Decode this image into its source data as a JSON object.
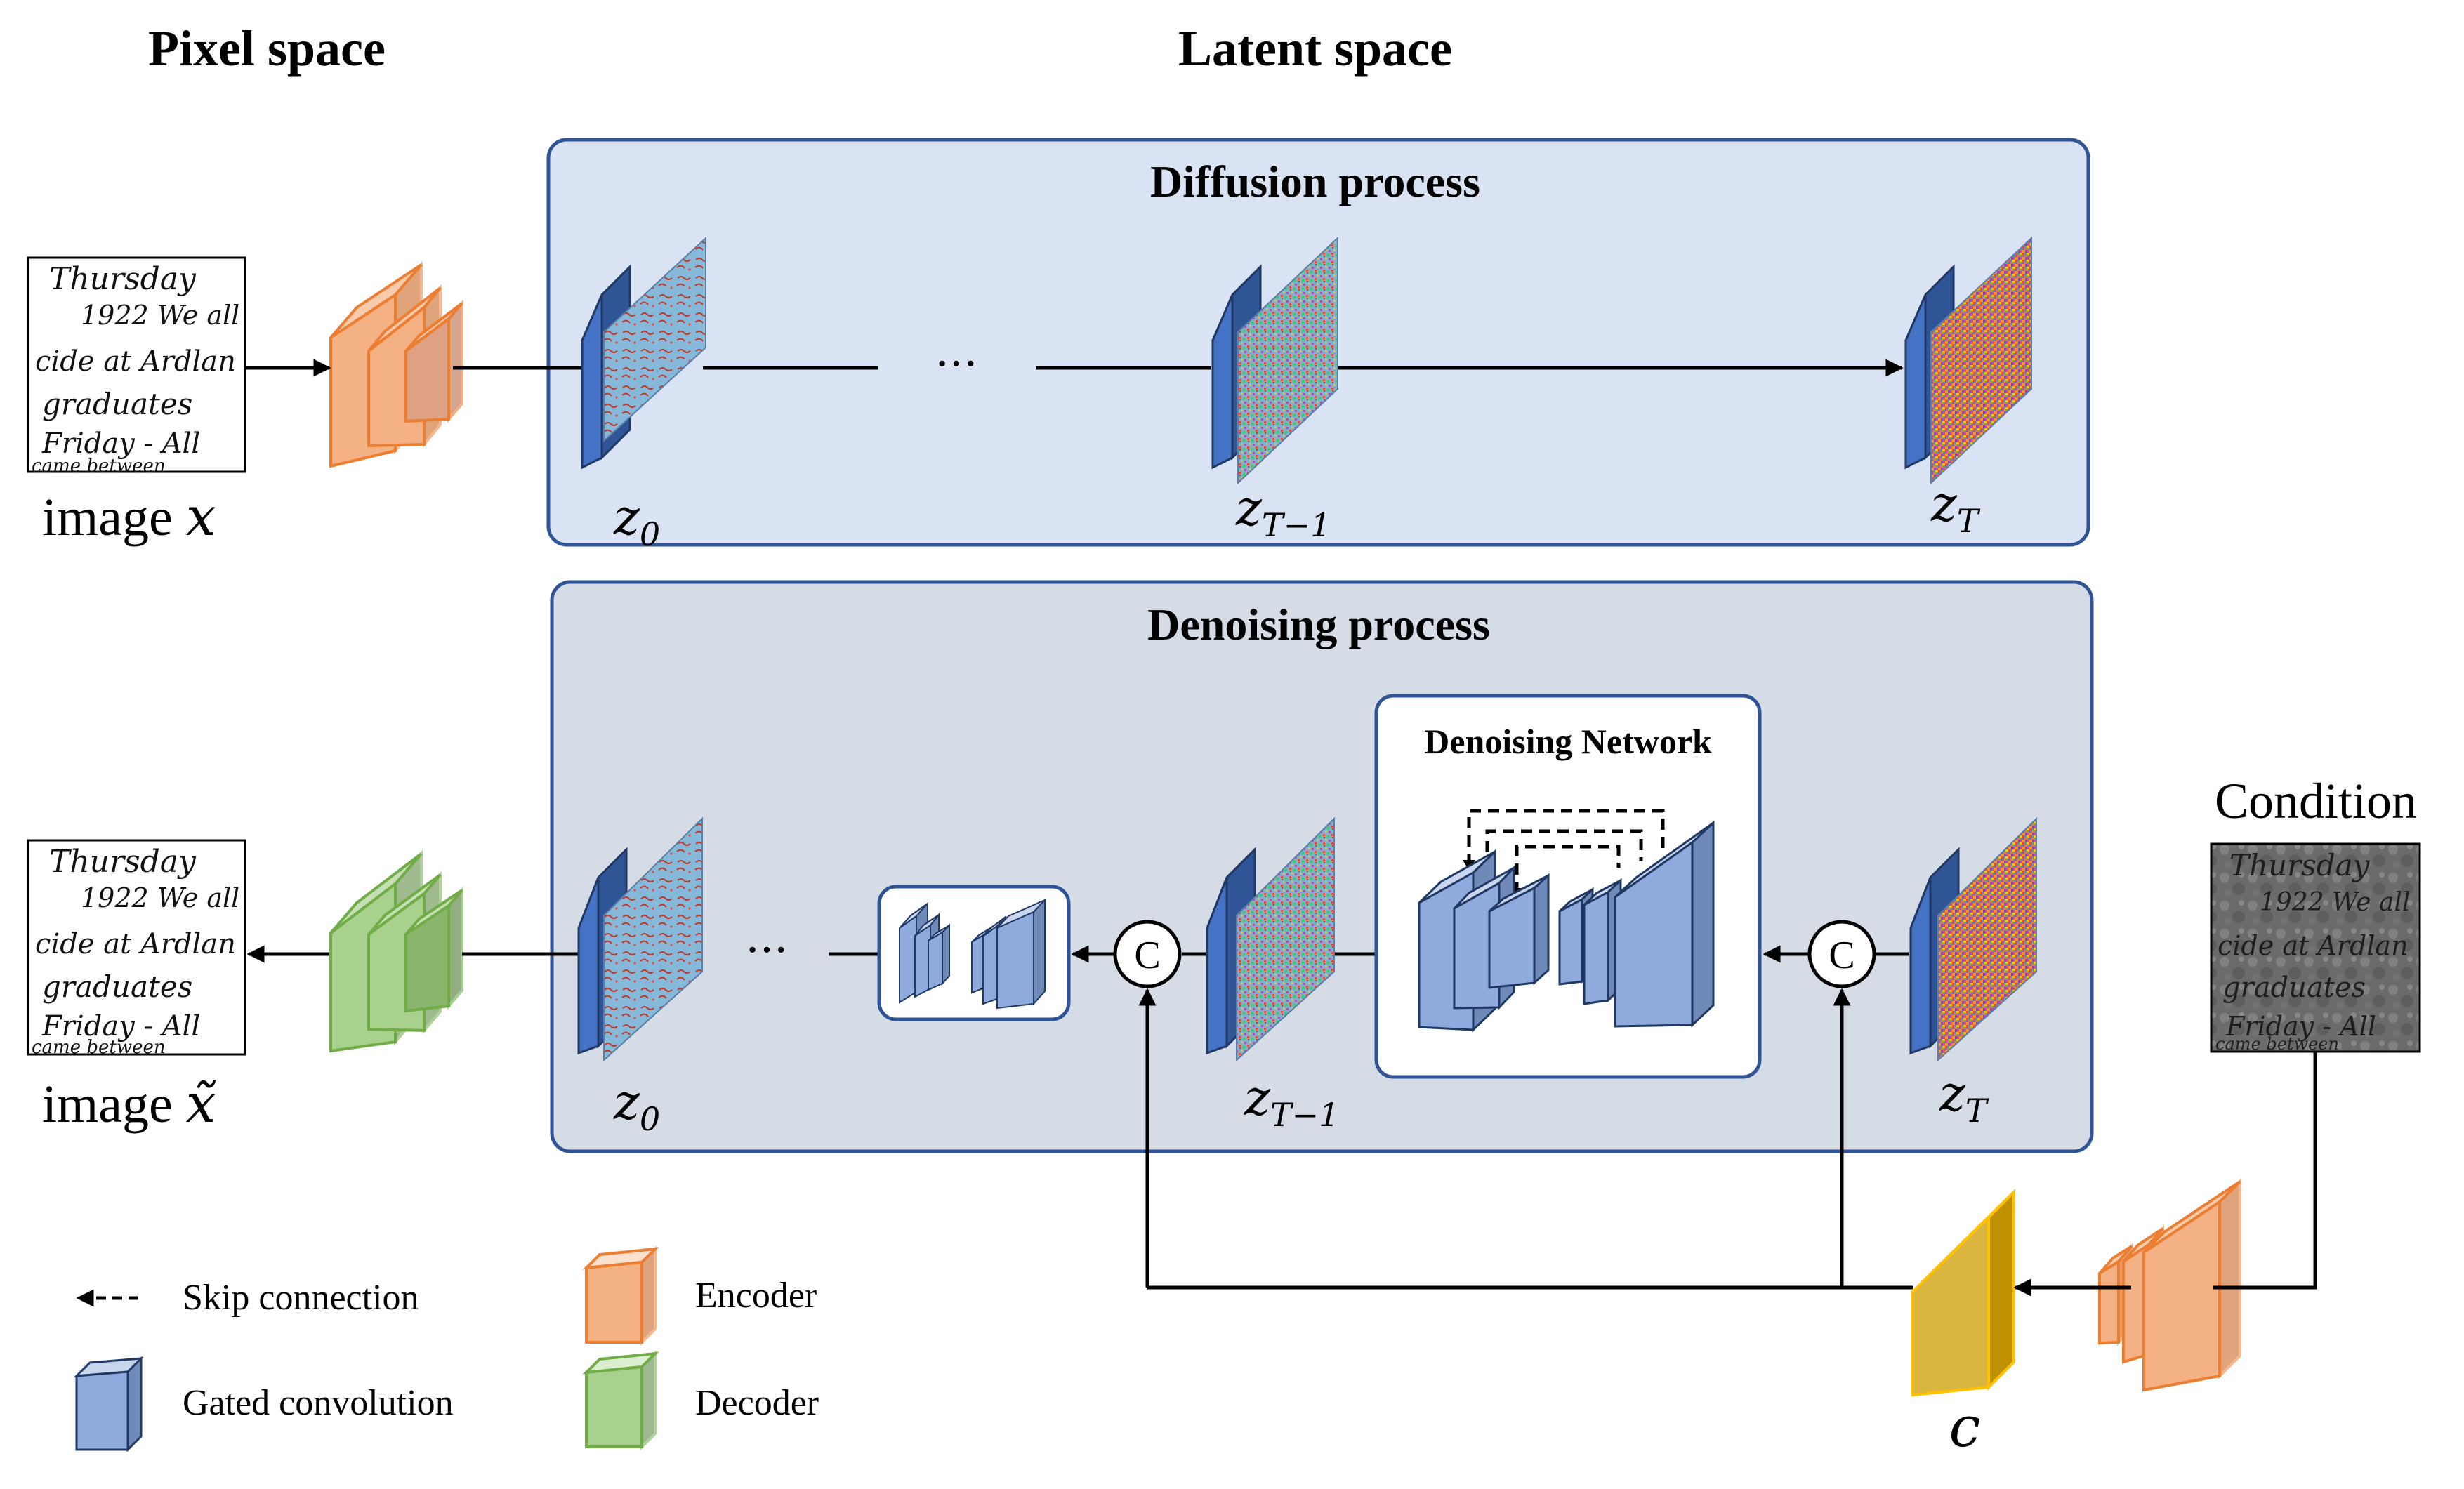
{
  "headers": {
    "pixel_space": "Pixel space",
    "latent_space": "Latent space"
  },
  "panels": {
    "diffusion_title": "Diffusion process",
    "denoising_title": "Denoising process",
    "network_title": "Denoising Network"
  },
  "labels": {
    "image_x_prefix": "image ",
    "image_x_var": "x",
    "image_xtilde_prefix": "image ",
    "image_xtilde_var": "x̃",
    "condition": "Condition",
    "c_var": "c",
    "z": "z",
    "sub_0": "0",
    "sub_T_minus_1": "T−1",
    "sub_T": "T",
    "ellipsis": "···",
    "concat": "C"
  },
  "handwriting": {
    "lines": [
      "Thursday",
      "1922  We all",
      "cide at Ardlan",
      "graduates",
      "Friday - All",
      "came between"
    ]
  },
  "legend": {
    "skip_connection": "Skip connection",
    "gated_convolution": "Gated convolution",
    "encoder": "Encoder",
    "decoder": "Decoder"
  },
  "colors": {
    "diffusion_panel": "#dae3f3",
    "denoising_panel": "#d6dce5",
    "panel_border": "#2f5597",
    "gated_conv": "#4472c4",
    "encoder": "#f4b183",
    "decoder": "#a9d18e",
    "condition_encoder": "#fbd15b",
    "noise_bg": "#7fb3d5"
  }
}
